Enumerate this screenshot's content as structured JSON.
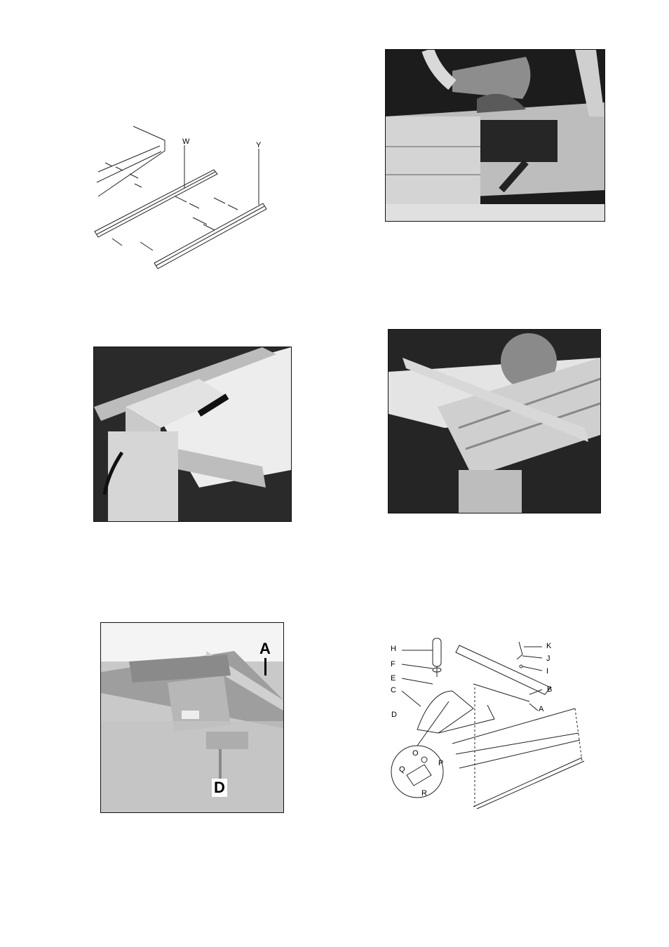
{
  "fig1": {
    "label_w": "W",
    "label_y": "Y"
  },
  "fig6": {
    "label_a": "A",
    "label_d": "D"
  },
  "fig7": {
    "labels": {
      "h": "H",
      "f": "F",
      "e": "E",
      "c": "C",
      "d": "D",
      "k": "K",
      "j": "J",
      "i": "I",
      "b": "B",
      "a": "A",
      "o": "O",
      "p": "P",
      "q": "Q",
      "r": "R"
    }
  }
}
